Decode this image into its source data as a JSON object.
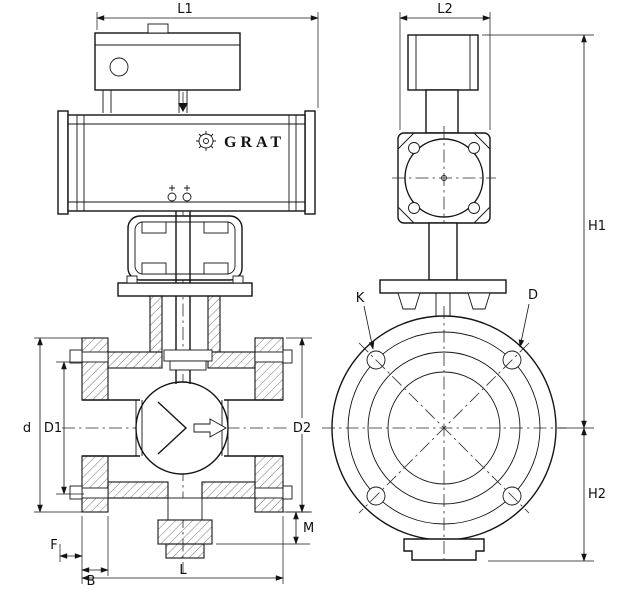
{
  "drawing": {
    "brand": "GRAT",
    "dims": {
      "l1": "L1",
      "l2": "L2",
      "h1": "H1",
      "h2": "H2",
      "k": "K",
      "d_big": "D",
      "d_small": "d",
      "d1": "D1",
      "d2": "D2",
      "m": "M",
      "f": "F",
      "b": "B",
      "l": "L"
    }
  }
}
